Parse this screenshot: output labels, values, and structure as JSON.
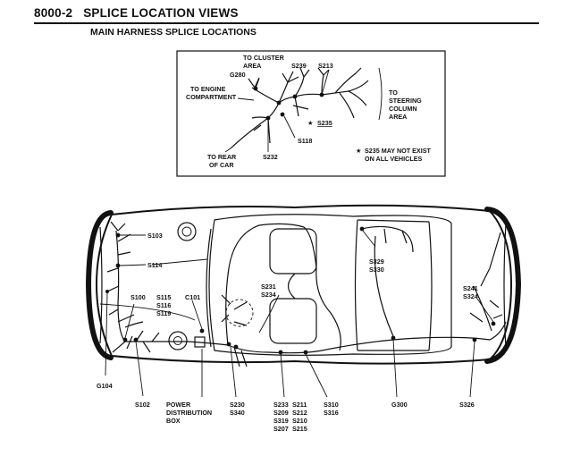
{
  "header": {
    "section_number": "8000-2",
    "section_title": "SPLICE LOCATION VIEWS",
    "subtitle": "MAIN HARNESS SPLICE LOCATIONS"
  },
  "inset": {
    "to_cluster": [
      "TO CLUSTER",
      "AREA"
    ],
    "to_engine": [
      "TO ENGINE",
      "COMPARTMENT"
    ],
    "to_rear": [
      "TO REAR",
      "OF CAR"
    ],
    "to_steering": [
      "TO",
      "STEERING",
      "COLUMN",
      "AREA"
    ],
    "g280": "G280",
    "s239": "S239",
    "s213": "S213",
    "s235": "S235",
    "s118": "S118",
    "s232": "S232",
    "note": [
      "S235 MAY NOT EXIST",
      "ON ALL VEHICLES"
    ],
    "star": "★"
  },
  "car": {
    "s103": "S103",
    "s114": "S114",
    "s100": "S100",
    "s115_group": [
      "S115",
      "S116",
      "S119"
    ],
    "c101": "C101",
    "s231_group": [
      "S231",
      "S234"
    ],
    "s329_group": [
      "S329",
      "S330"
    ],
    "s241_group": [
      "S241",
      "S324"
    ],
    "g104": "G104",
    "s102": "S102",
    "power_dist": [
      "POWER",
      "DISTRIBUTION",
      "BOX"
    ],
    "s230_group": [
      "S230",
      "S340"
    ],
    "s233_col": [
      "S233",
      "S209",
      "S319",
      "S207"
    ],
    "s211_col": [
      "S211",
      "S212",
      "S210",
      "S215"
    ],
    "s310_group": [
      "S310",
      "S316"
    ],
    "g300": "G300",
    "s326": "S326"
  }
}
